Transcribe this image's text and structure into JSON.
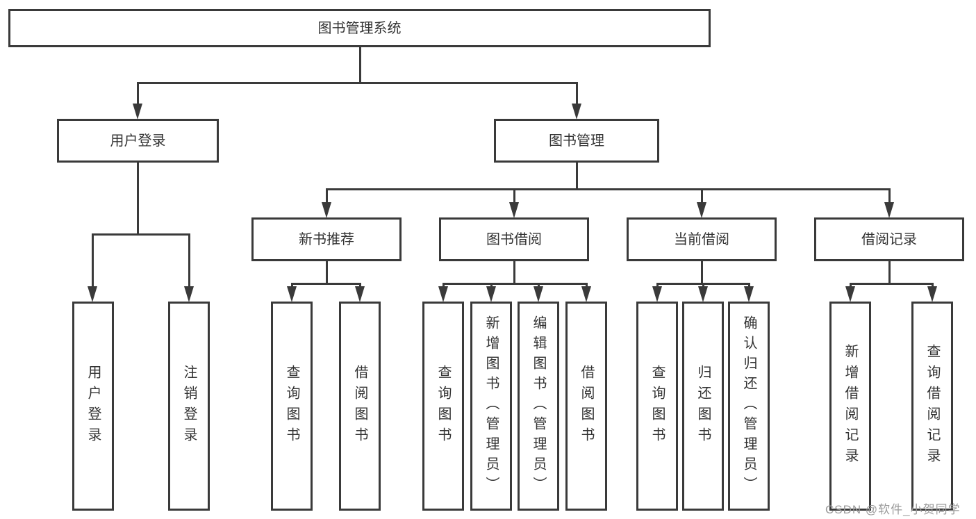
{
  "diagram": {
    "title": "图书管理系统",
    "type": "hierarchy-tree",
    "colors": {
      "line": "#3a3a3a",
      "text": "#333333",
      "box_background": "#ffffff",
      "page_background": "#ffffff",
      "watermark": "#9b9b9b"
    },
    "tree": {
      "label": "图书管理系统",
      "children": [
        {
          "label": "用户登录",
          "children": [
            {
              "label": "用户登录"
            },
            {
              "label": "注销登录"
            }
          ]
        },
        {
          "label": "图书管理",
          "children": [
            {
              "label": "新书推荐",
              "children": [
                {
                  "label": "查询图书"
                },
                {
                  "label": "借阅图书"
                }
              ]
            },
            {
              "label": "图书借阅",
              "children": [
                {
                  "label": "查询图书"
                },
                {
                  "label": "新增图书（管理员）"
                },
                {
                  "label": "编辑图书（管理员）"
                },
                {
                  "label": "借阅图书"
                }
              ]
            },
            {
              "label": "当前借阅",
              "children": [
                {
                  "label": "查询图书"
                },
                {
                  "label": "归还图书"
                },
                {
                  "label": "确认归还（管理员）"
                }
              ]
            },
            {
              "label": "借阅记录",
              "children": [
                {
                  "label": "新增借阅记录"
                },
                {
                  "label": "查询借阅记录"
                }
              ]
            }
          ]
        }
      ]
    },
    "watermark": {
      "text": "CSDN @软件_小贺同学"
    }
  }
}
